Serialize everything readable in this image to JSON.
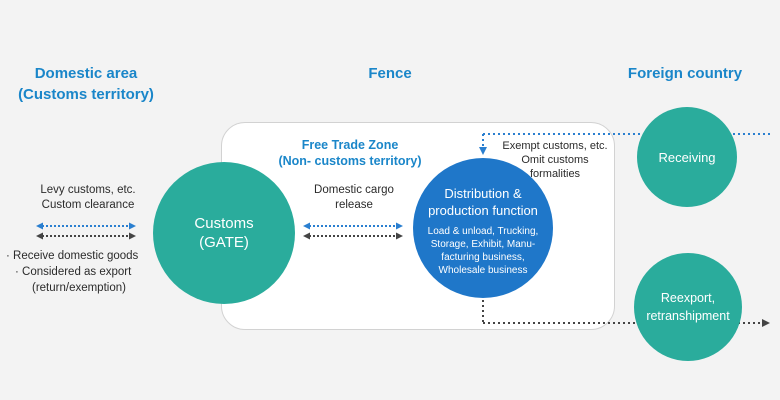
{
  "headers": {
    "domestic_line1": "Domestic area",
    "domestic_line2": "(Customs territory)",
    "fence": "Fence",
    "foreign": "Foreign country"
  },
  "free_trade_zone": {
    "line1": "Free Trade Zone",
    "line2": "(Non- customs territory)"
  },
  "customs_circle": {
    "line1": "Customs",
    "line2": "(GATE)"
  },
  "distribution_circle": {
    "title_line1": "Distribution &",
    "title_line2": "production function",
    "desc_line1": "Load & unload, Trucking,",
    "desc_line2": "Storage, Exhibit, Manu-",
    "desc_line3": "facturing business,",
    "desc_line4": "Wholesale business"
  },
  "receiving_circle": {
    "label": "Receiving"
  },
  "reexport_circle": {
    "line1": "Reexport,",
    "line2": "retranshipment"
  },
  "left_notes": {
    "levy_line1": "Levy customs, etc.",
    "levy_line2": "Custom clearance",
    "bullet1": "· Receive domestic goods",
    "bullet2": "· Considered as export",
    "bullet3": "(return/exemption)"
  },
  "domestic_cargo": {
    "line1": "Domestic cargo",
    "line2": "release"
  },
  "exempt_notes": {
    "line1": "Exempt customs, etc.",
    "line2": "Omit customs",
    "line3": "formalities"
  },
  "colors": {
    "header_blue": "#1a86c9",
    "teal": "#2aac9c",
    "royal_blue": "#1f77c9",
    "arrow_blue": "#2a7fd0",
    "arrow_dark": "#444444",
    "background": "#f3f3f3"
  }
}
